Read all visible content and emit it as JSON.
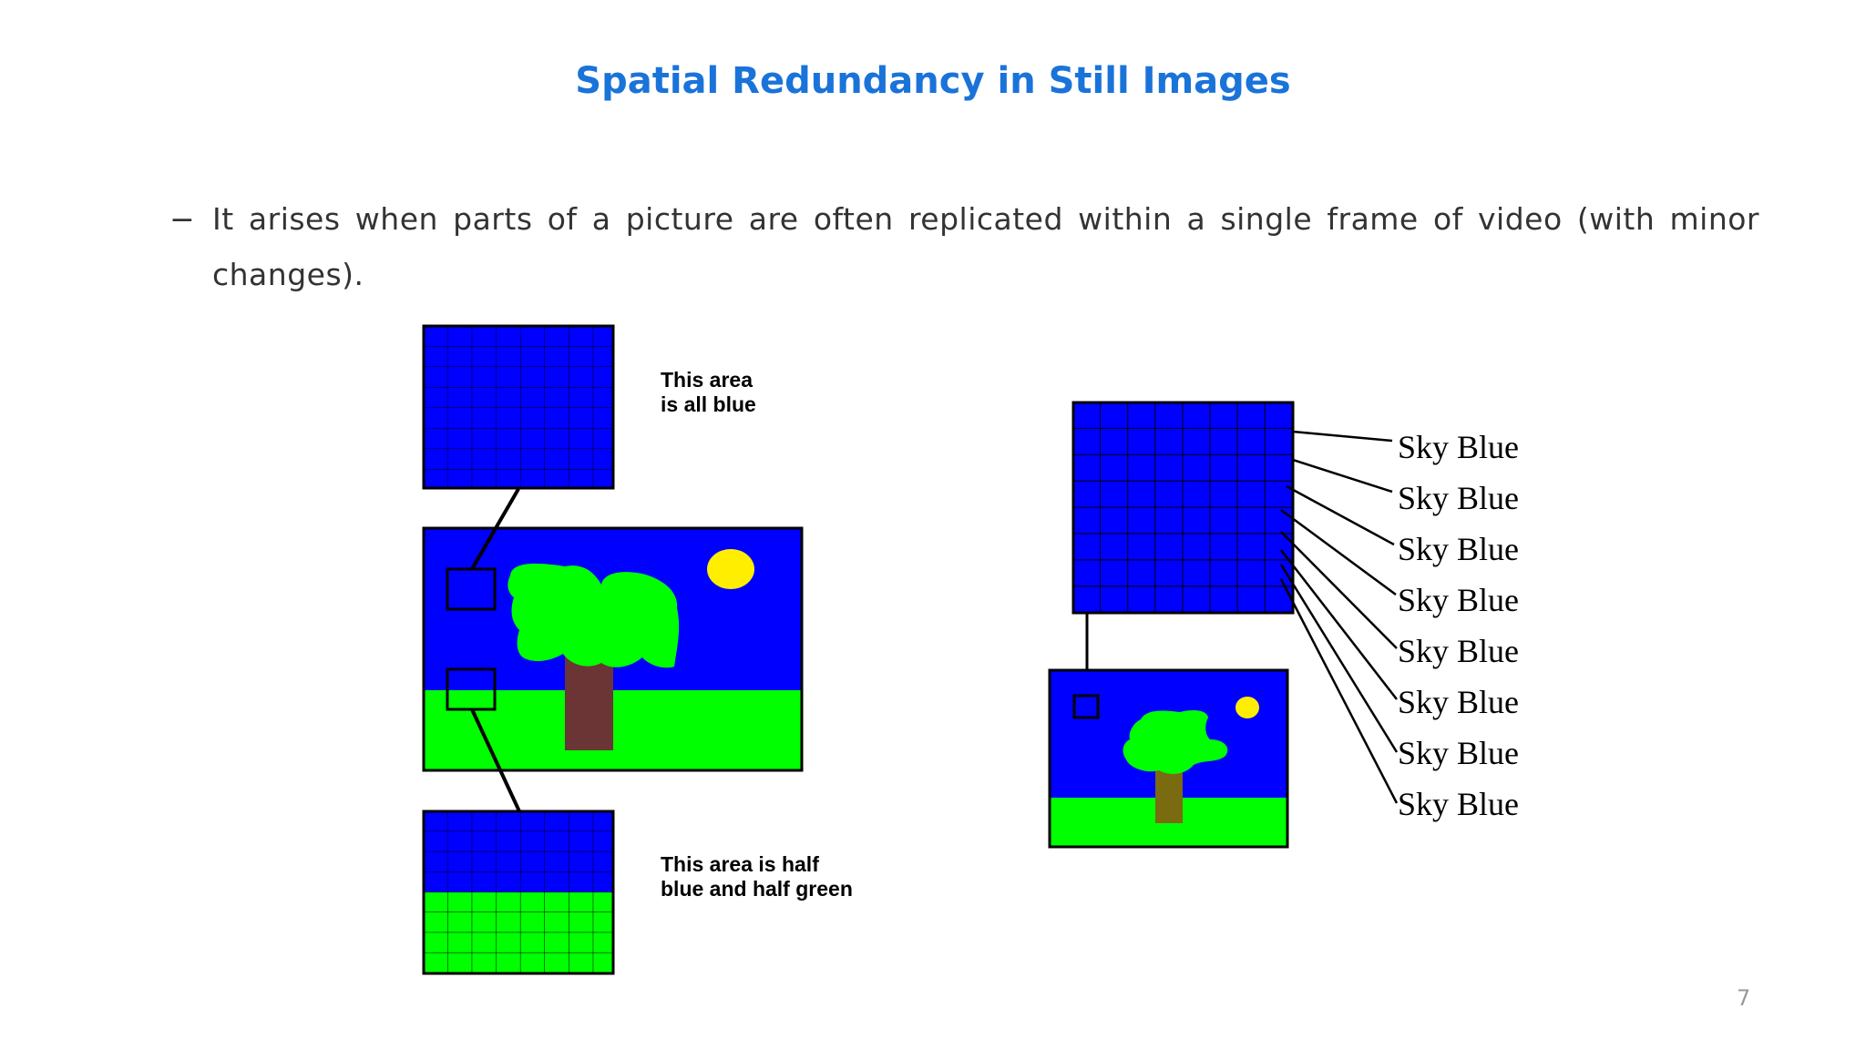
{
  "slide": {
    "title": "Spatial Redundancy in Still Images",
    "bullet_mark": "−",
    "bullet_text": "It arises when parts of a picture are often replicated within a single frame of video (with minor changes).",
    "page_number": "7"
  },
  "left_figure": {
    "label_top_line1": "This area",
    "label_top_line2": "is all blue",
    "label_bottom_line1": "This area is half",
    "label_bottom_line2": "blue and half green"
  },
  "right_figure": {
    "labels": [
      "Sky Blue",
      "Sky Blue",
      "Sky Blue",
      "Sky Blue",
      "Sky Blue",
      "Sky Blue",
      "Sky Blue",
      "Sky Blue"
    ]
  },
  "colors": {
    "title": "#1a73d9",
    "sky_blue": "#0000ff",
    "grass_green": "#00ff00",
    "tree_trunk_left": "#6b3535",
    "tree_trunk_right": "#7a6a10",
    "sun": "#ffee00"
  }
}
